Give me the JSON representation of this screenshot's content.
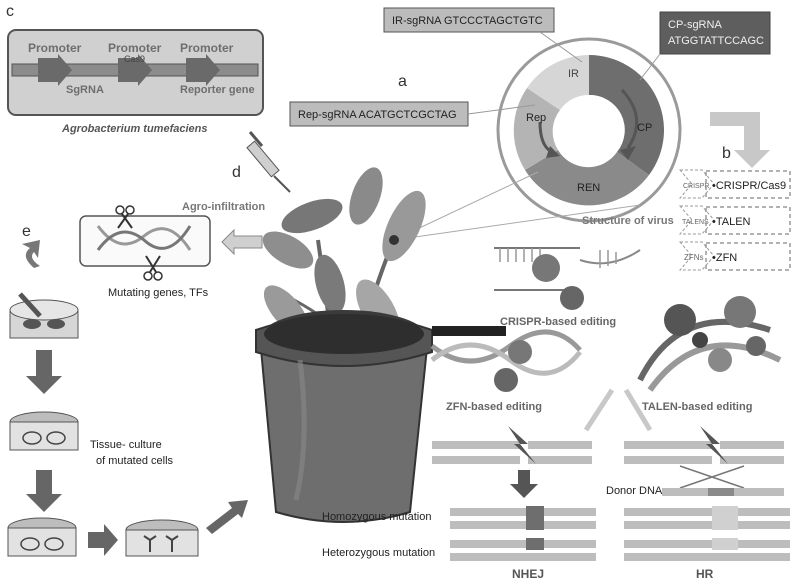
{
  "panel_letters": {
    "a": "a",
    "b": "b",
    "c": "c",
    "d": "d",
    "e": "e"
  },
  "panel_c": {
    "promoter_labels": [
      "Promoter",
      "Promoter",
      "Promoter"
    ],
    "sgrna_label": "SgRNA",
    "cas9_label": "Cas9",
    "reporter_label": "Reporter gene",
    "organism": "Agrobacterium tumefaciens"
  },
  "panel_a": {
    "ir_sgrna": "IR-sgRNA    GTCCCTAGCTGTC",
    "cp_sgrna_name": "CP-sgRNA",
    "cp_sgrna_seq": "ATGGTATTCCAGC",
    "rep_sgrna": "Rep-sgRNA  ACATGCTCGCTAG",
    "segments": [
      "IR",
      "CP",
      "REN",
      "Rep"
    ],
    "structure_label": "Structure of virus"
  },
  "panel_b": {
    "tools": [
      {
        "tag": "CRISPR",
        "label": "•CRISPR/Cas9"
      },
      {
        "tag": "TALENS",
        "label": "•TALEN"
      },
      {
        "tag": "ZFNs",
        "label": "•ZFN"
      }
    ]
  },
  "panel_d": {
    "agro_label": "Agro-infiltration",
    "mutating_label": "Mutating genes, TFs"
  },
  "panel_e": {
    "tissue_label_1": "Tissue- culture",
    "tissue_label_2": "of mutated cells"
  },
  "editing": {
    "crispr": "CRISPR-based editing",
    "zfn": "ZFN-based editing",
    "talen": "TALEN-based editing",
    "donor": "Donor DNA",
    "homozygous": "Homozygous mutation",
    "heterozygous": "Heterozygous mutation",
    "nhej": "NHEJ",
    "hr": "HR"
  },
  "colors": {
    "dark": "#4d4d4d",
    "mid": "#8a8a8a",
    "light": "#bdbdbd",
    "box": "#b8b8b8"
  }
}
